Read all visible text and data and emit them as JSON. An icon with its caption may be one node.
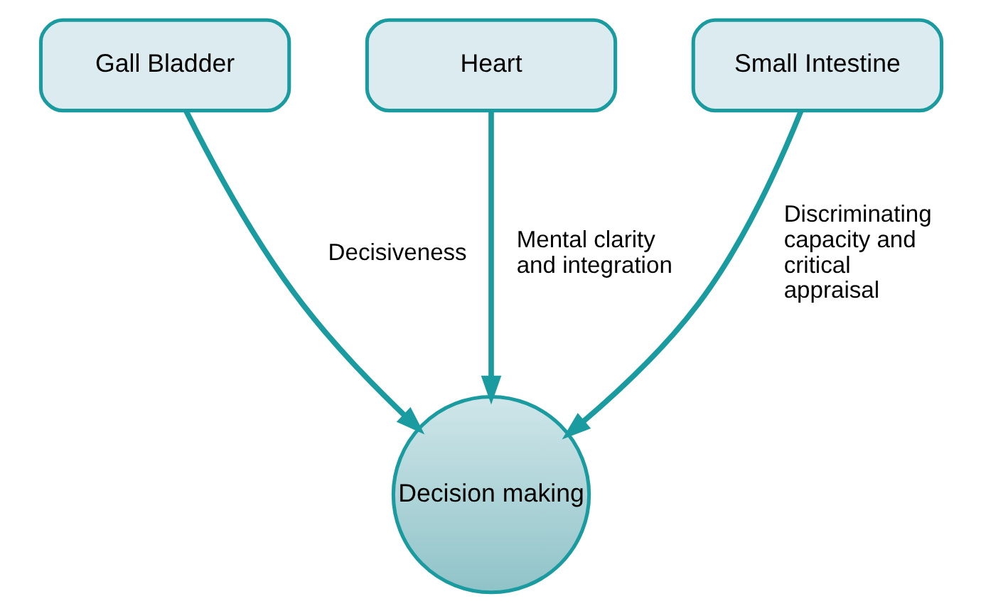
{
  "diagram": {
    "nodes": [
      {
        "text": [
          "Gall Bladder"
        ]
      },
      {
        "text": [
          "Heart"
        ]
      },
      {
        "text": [
          "Small Intestine"
        ]
      },
      {
        "text": [
          "Decision making"
        ]
      }
    ],
    "edges": [
      {
        "from": 0,
        "to": 3,
        "arrow": "to",
        "label": "Decisiveness"
      },
      {
        "from": 1,
        "to": 3,
        "arrow": "to",
        "label": "Mental clarity and integration"
      },
      {
        "from": 2,
        "to": 3,
        "arrow": "to",
        "label": "Discriminating capacity and critical appraisal"
      }
    ]
  }
}
